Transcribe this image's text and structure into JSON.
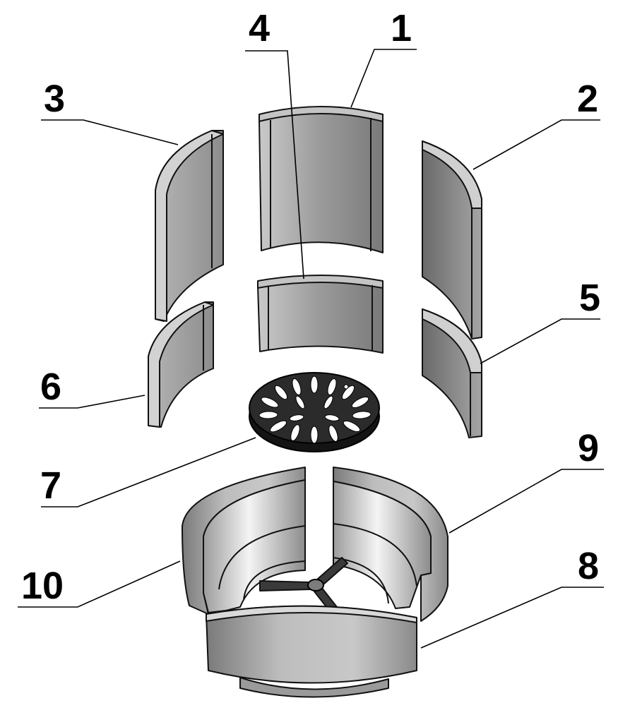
{
  "callouts": [
    {
      "id": "callout-1",
      "number": "1"
    },
    {
      "id": "callout-2",
      "number": "2"
    },
    {
      "id": "callout-3",
      "number": "3"
    },
    {
      "id": "callout-4",
      "number": "4"
    },
    {
      "id": "callout-5",
      "number": "5"
    },
    {
      "id": "callout-6",
      "number": "6"
    },
    {
      "id": "callout-7",
      "number": "7"
    },
    {
      "id": "callout-8",
      "number": "8"
    },
    {
      "id": "callout-9",
      "number": "9"
    },
    {
      "id": "callout-10",
      "number": "10"
    }
  ],
  "colors": {
    "background": "#ffffff",
    "line": "#000000",
    "part_light": "#d6d6d6",
    "part_mid": "#a8a8a8",
    "part_dark": "#6e6e6e",
    "grate": "#141414"
  }
}
